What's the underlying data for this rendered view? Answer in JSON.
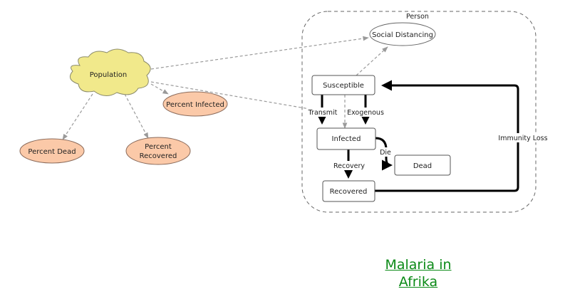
{
  "diagram": {
    "container_label": "Person",
    "nodes": {
      "population": "Population",
      "percent_infected": "Percent Infected",
      "percent_dead": "Percent Dead",
      "percent_recovered_line1": "Percent",
      "percent_recovered_line2": "Recovered",
      "social_distancing": "Social Distancing",
      "susceptible": "Susceptible",
      "infected": "Infected",
      "dead": "Dead",
      "recovered": "Recovered"
    },
    "edges": {
      "transmit": "Transmit",
      "exogenous": "Exogenous",
      "die": "Die",
      "recovery": "Recovery",
      "immunity_loss": "Immunity Loss"
    },
    "colors": {
      "cloud_fill": "#f1e98b",
      "cloud_stroke": "#8a8a6a",
      "output_fill": "#fbc9a8",
      "output_stroke": "#8a6a5a",
      "dashed_link": "#9a9a9a",
      "flow": "#000000"
    }
  },
  "title": {
    "line1": "Malaria in",
    "line2": "Afrika",
    "color": "#0b8a17"
  }
}
